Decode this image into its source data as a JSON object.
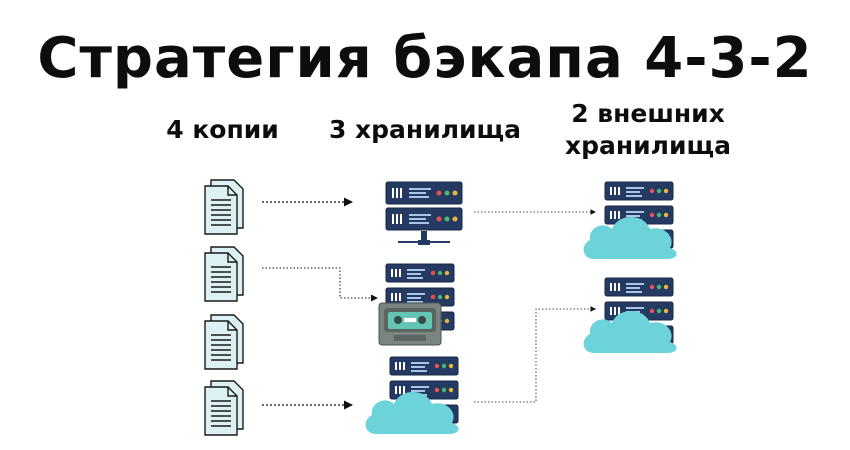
{
  "title": "Стратегия бэкапа 4-3-2",
  "columns": {
    "copies": "4 копии",
    "storages": "3 хранилища",
    "external_line1": "2 внешних",
    "external_line2": "хранилища"
  },
  "colors": {
    "server_dark": "#253a63",
    "server_rim": "#162847",
    "cloud": "#6dd3da",
    "doc_fill": "#ddf0f3",
    "tape_body": "#7a8580",
    "tape_window": "#63c6b4",
    "arrow": "#111111",
    "led_red": "#e8504a",
    "led_green": "#4ab86b",
    "led_amber": "#f0b43c"
  },
  "icons": [
    "document-icon",
    "server-icon",
    "network-server-icon",
    "tape-cassette-icon",
    "cloud-icon"
  ]
}
